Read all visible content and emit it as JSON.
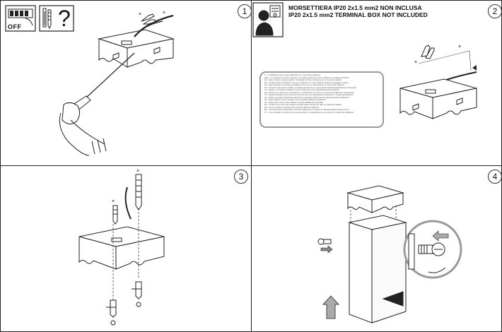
{
  "steps": [
    "1",
    "2",
    "3",
    "4"
  ],
  "panel1": {
    "switch_label": "OFF",
    "question_mark": "?"
  },
  "panel2": {
    "title_line1": "MORSETTIERA IP20 2x1.5 mm2 NON INCLUSA",
    "title_line2": "IP20 2x1.5 mm2 TERMINAL BOX NOT INCLUDED",
    "notice_lines": [
      "IT - L'installazione deve essere effettuata da un elettricista qualificato.",
      "ENG - As indicated by specific regulations, the lighting fitting should be installed by a qualified electrician.",
      "FR - Selon certaines réglementations, l'installation doit être effectuée par un électricien qualifié.",
      "DE - Gemäß einiger Vorschriften muss die Installation von einem Elektro-Fachmann ausgeführt werden.",
      "ES - Según algunas normativas la instalación tiene que ser efectuada por un electricista calificado.",
      "RU - Согласно некоторым нормам, установка должна быть осуществлена квалифицированным электриком.",
      "PL - Zgodnie z przepisami instalacja musi być dokonana przez wykwalifikowanego elektryka.",
      "GR - Σύμφωνα με ορισμένους κανονισμούς, η εγκατάσταση θα πρέπει να γίνεται από ειδικευμένο ηλεκτρολόγο.",
      "NL - Volgens bepaalde normen dient de armatuur door een gekwalificeerd elektricien te worden geïnstalleerd.",
      "HU - Néhány speciális szabályozás értelmében a lámpatest villanyszerelő szakember által szerelhető be.",
      "CZ - Podle některých norem instalaci musí provádět kvalifikovaný elektrikář.",
      "SK - Podľa istých noriem musí inštaláciu vykonať kvalifikovaný elektrikár.",
      "RO - Conform unor norme de instalare montajul trebuie efectuat de către un electrician calificat.",
      "HR - Prema propisima instalaciju treba obaviti kvalificirani električar.",
      "BG - Съгласно някои разпоредби, монтажа трябва да се извърши от квалифициран електротехник.",
      "PT - Como indicado por algumas normas específicas, a instalação deve ser feita por um eletricista qualificado."
    ]
  },
  "colors": {
    "line": "#222222",
    "dash": "#444444",
    "box_border": "#9a9a9a"
  }
}
